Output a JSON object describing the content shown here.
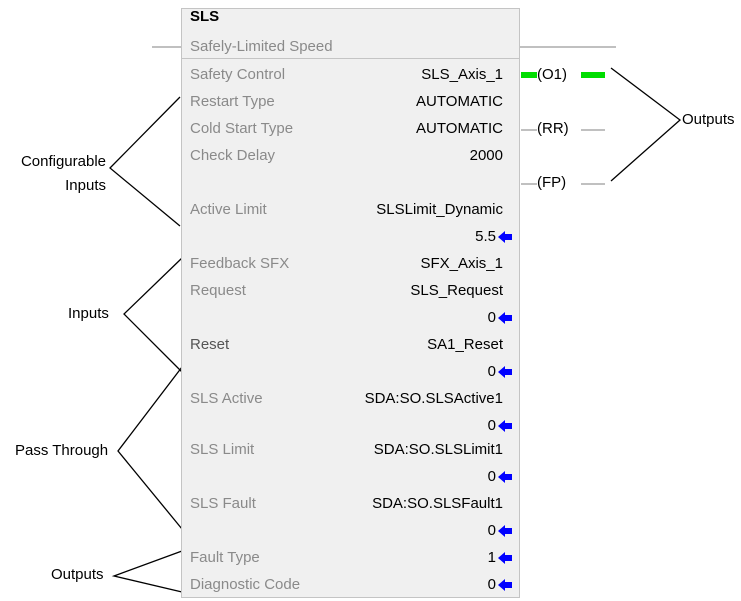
{
  "block": {
    "title": "SLS",
    "description": "Safely-Limited Speed",
    "params": {
      "safety_control": {
        "label": "Safety Control",
        "value": "SLS_Axis_1"
      },
      "restart_type": {
        "label": "Restart Type",
        "value": "AUTOMATIC"
      },
      "cold_start_type": {
        "label": "Cold Start Type",
        "value": "AUTOMATIC"
      },
      "check_delay": {
        "label": "Check Delay",
        "value": "2000"
      },
      "active_limit": {
        "label": "Active Limit",
        "value": "SLSLimit_Dynamic",
        "current": "5.5"
      },
      "feedback_sfx": {
        "label": "Feedback SFX",
        "value": "SFX_Axis_1"
      },
      "request": {
        "label": "Request",
        "value": "SLS_Request",
        "current": "0"
      },
      "reset": {
        "label": "Reset",
        "value": "SA1_Reset",
        "current": "0"
      },
      "sls_active": {
        "label": "SLS Active",
        "value": "SDA:SO.SLSActive1",
        "current": "0"
      },
      "sls_limit": {
        "label": "SLS Limit",
        "value": "SDA:SO.SLSLimit1",
        "current": "0"
      },
      "sls_fault": {
        "label": "SLS Fault",
        "value": "SDA:SO.SLSFault1",
        "current": "0"
      },
      "fault_type": {
        "label": "Fault Type",
        "current": "1"
      },
      "diagnostic_code": {
        "label": "Diagnostic Code",
        "current": "0"
      }
    }
  },
  "coils": {
    "o1": "O1",
    "rr": "RR",
    "fp": "FP"
  },
  "annotations": {
    "configurable_inputs_line1": "Configurable",
    "configurable_inputs_line2": "Inputs",
    "inputs": "Inputs",
    "pass_through": "Pass Through",
    "outputs_left": "Outputs",
    "outputs_right": "Outputs"
  },
  "colors": {
    "block_bg": "#f0f0f0",
    "label_gray": "#8a8a8a",
    "arrow_blue": "#0000ff",
    "energized_green": "#00dd00"
  }
}
